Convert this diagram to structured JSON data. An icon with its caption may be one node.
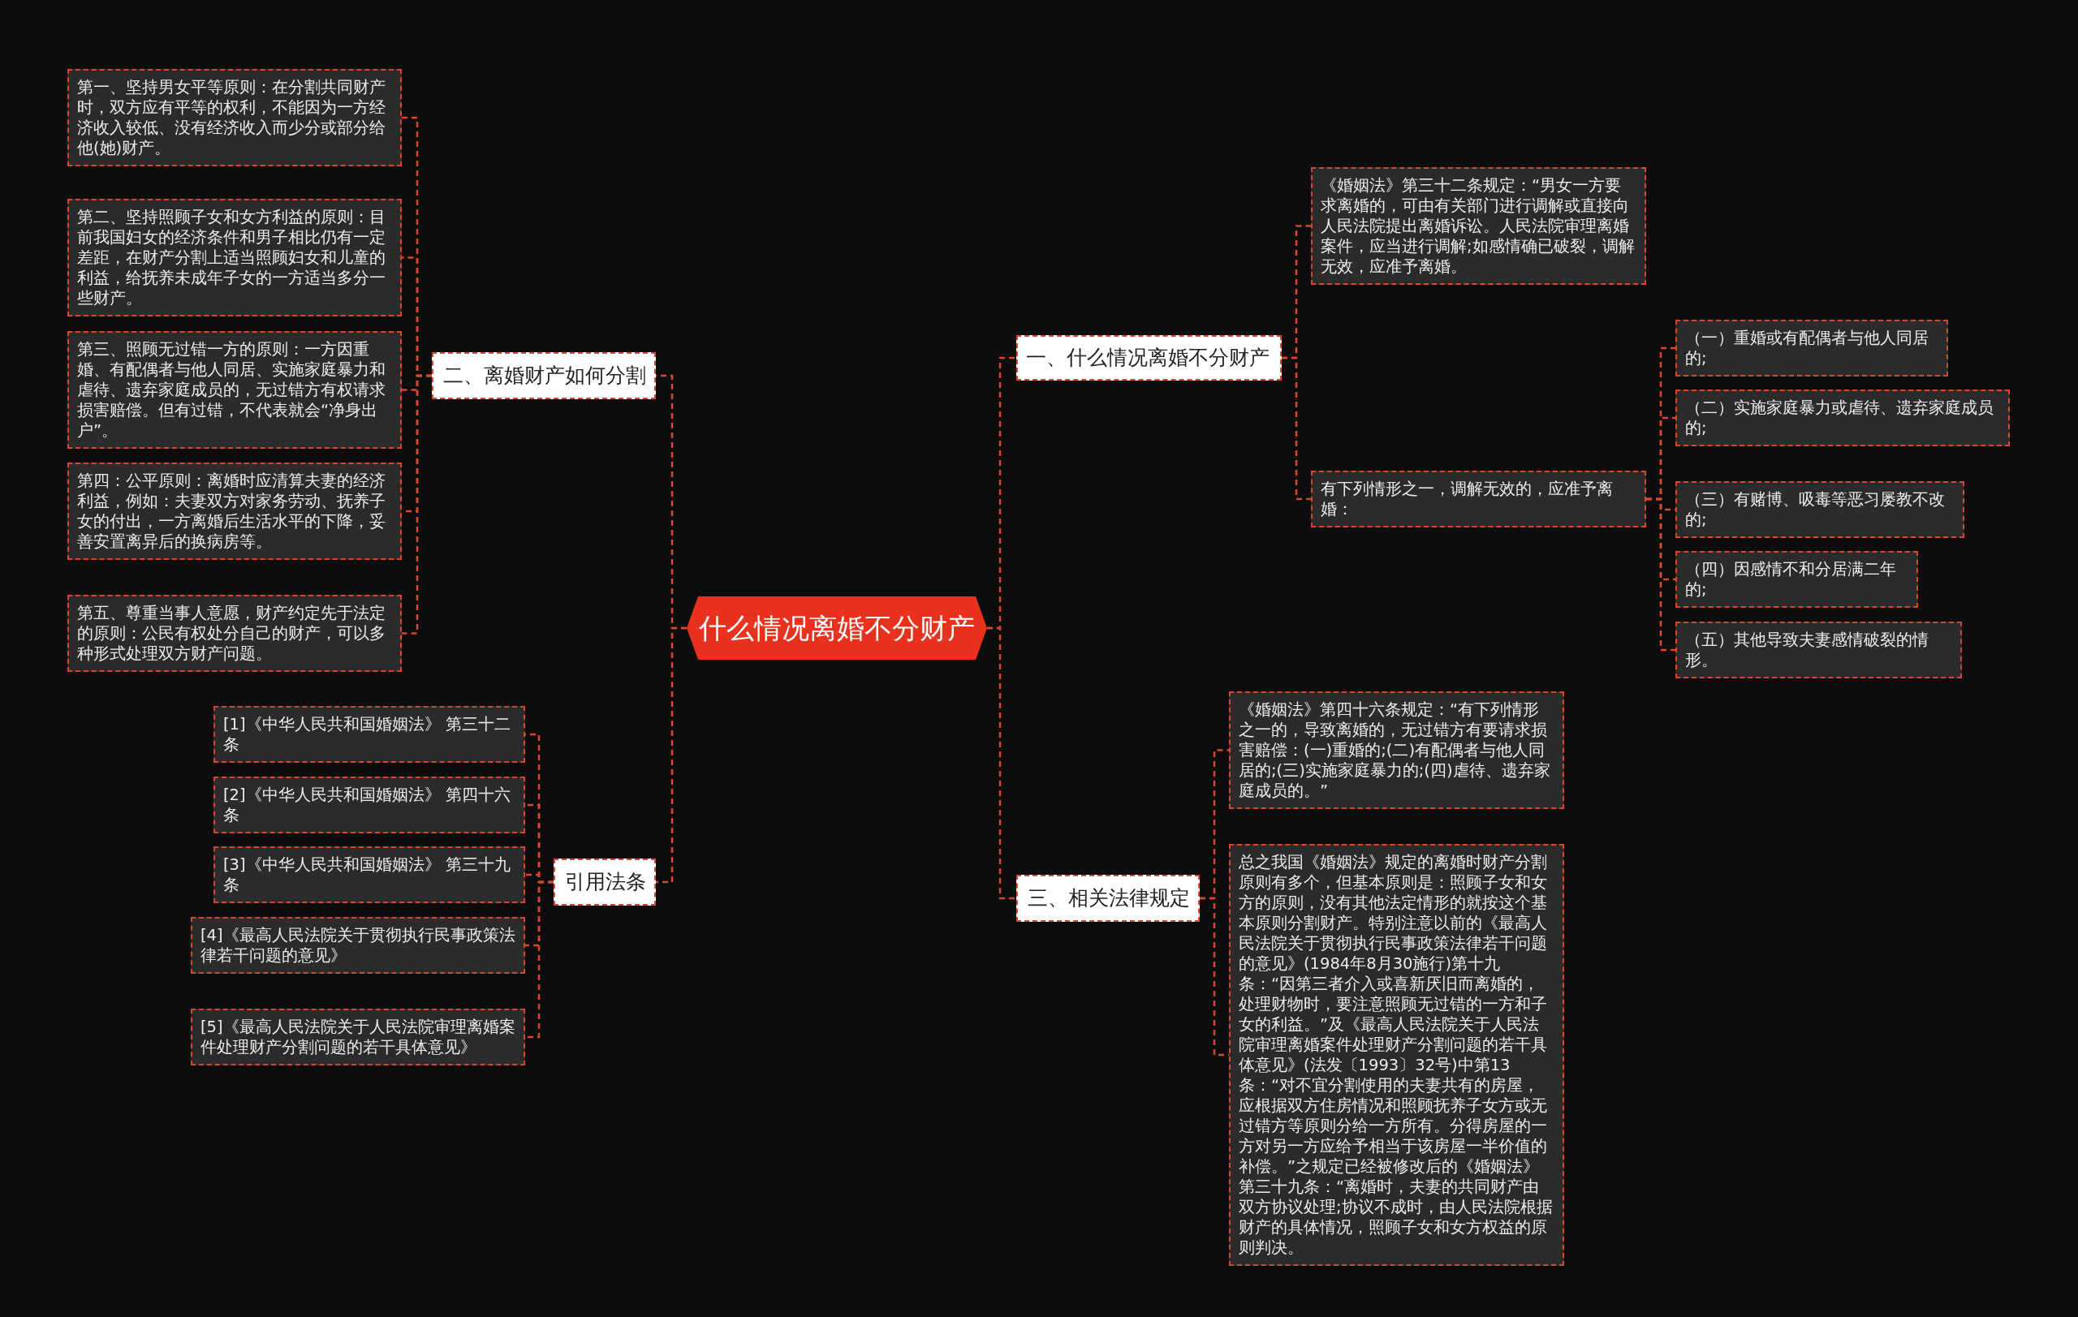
{
  "diagram": {
    "nodes": [
      {
        "text": [
          "什么情况离婚不分财产"
        ]
      },
      {
        "text": [
          "一、什么情况离婚不分财产"
        ]
      },
      {
        "text": [
          "《婚姻法》第三十二条规定：“男女一方要求离婚的，可由有关部门进行调解或直接向人民法院提出离婚诉讼。人民法院审理离婚案件，应当进行调解;如感情确已破裂，调解无效，应准予离婚。"
        ]
      },
      {
        "text": [
          "有下列情形之一，调解无效的，应准予离婚："
        ]
      },
      {
        "text": [
          "（一）重婚或有配偶者与他人同居的;"
        ]
      },
      {
        "text": [
          "（二）实施家庭暴力或虐待、遗弃家庭成员的;"
        ]
      },
      {
        "text": [
          "（三）有赌博、吸毒等恶习屡教不改的;"
        ]
      },
      {
        "text": [
          "（四）因感情不和分居满二年的;"
        ]
      },
      {
        "text": [
          "（五）其他导致夫妻感情破裂的情形。"
        ]
      },
      {
        "text": [
          "三、相关法律规定"
        ]
      },
      {
        "text": [
          "《婚姻法》第四十六条规定：“有下列情形之一的，导致离婚的，无过错方有要请求损害赔偿：(一)重婚的;(二)有配偶者与他人同居的;(三)实施家庭暴力的;(四)虐待、遗弃家庭成员的。”"
        ]
      },
      {
        "text": [
          "总之我国《婚姻法》规定的离婚时财产分割原则有多个，但基本原则是：照顾子女和女方的原则，没有其他法定情形的就按这个基本原则分割财产。特别注意以前的《最高人民法院关于贯彻执行民事政策法律若干问题的意见》(1984年8月30施行)第十九条：“因第三者介入或喜新厌旧而离婚的，处理财物时，要注意照顾无过错的一方和子女的利益。”及《最高人民法院关于人民法院审理离婚案件处理财产分割问题的若干具体意见》(法发〔1993〕32号)中第13条：“对不宜分割使用的夫妻共有的房屋，应根据双方住房情况和照顾抚养子女方或无过错方等原则分给一方所有。分得房屋的一方对另一方应给予相当于该房屋一半价值的补偿。”之规定已经被修改后的《婚姻法》第三十九条：“离婚时，夫妻的共同财产由双方协议处理;协议不成时，由人民法院根据财产的具体情况，照顾子女和女方权益的原则判决。"
        ]
      },
      {
        "text": [
          "二、离婚财产如何分割"
        ]
      },
      {
        "text": [
          "第一、坚持男女平等原则：在分割共同财产时，双方应有平等的权利，不能因为一方经济收入较低、没有经济收入而少分或部分给他(她)财产。"
        ]
      },
      {
        "text": [
          "第二、坚持照顾子女和女方利益的原则：目前我国妇女的经济条件和男子相比仍有一定差距，在财产分割上适当照顾妇女和儿童的利益，给抚养未成年子女的一方适当多分一些财产。"
        ]
      },
      {
        "text": [
          "第三、照顾无过错一方的原则：一方因重婚、有配偶者与他人同居、实施家庭暴力和虐待、遗弃家庭成员的，无过错方有权请求损害赔偿。但有过错，不代表就会“净身出户”。"
        ]
      },
      {
        "text": [
          "第四：公平原则：离婚时应清算夫妻的经济利益，例如：夫妻双方对家务劳动、抚养子女的付出，一方离婚后生活水平的下降，妥善安置离异后的换病房等。"
        ]
      },
      {
        "text": [
          "第五、尊重当事人意愿，财产约定先于法定的原则：公民有权处分自己的财产，可以多种形式处理双方财产问题。"
        ]
      },
      {
        "text": [
          "引用法条"
        ]
      },
      {
        "text": [
          "[1]《中华人民共和国婚姻法》 第三十二条"
        ]
      },
      {
        "text": [
          "[2]《中华人民共和国婚姻法》 第四十六条"
        ]
      },
      {
        "text": [
          "[3]《中华人民共和国婚姻法》 第三十九条"
        ]
      },
      {
        "text": [
          "[4]《最高人民法院关于贯彻执行民事政策法律若干问题的意见》"
        ]
      },
      {
        "text": [
          "[5]《最高人民法院关于人民法院审理离婚案件处理财产分割问题的若干具体意见》"
        ]
      }
    ],
    "edges": [
      {
        "from": 0,
        "to": 1,
        "arrow": "none"
      },
      {
        "from": 1,
        "to": 2,
        "arrow": "none"
      },
      {
        "from": 1,
        "to": 3,
        "arrow": "none"
      },
      {
        "from": 3,
        "to": 4,
        "arrow": "none"
      },
      {
        "from": 3,
        "to": 5,
        "arrow": "none"
      },
      {
        "from": 3,
        "to": 6,
        "arrow": "none"
      },
      {
        "from": 3,
        "to": 7,
        "arrow": "none"
      },
      {
        "from": 3,
        "to": 8,
        "arrow": "none"
      },
      {
        "from": 0,
        "to": 9,
        "arrow": "none"
      },
      {
        "from": 9,
        "to": 10,
        "arrow": "none"
      },
      {
        "from": 9,
        "to": 11,
        "arrow": "none"
      },
      {
        "from": 0,
        "to": 12,
        "arrow": "none"
      },
      {
        "from": 12,
        "to": 13,
        "arrow": "none"
      },
      {
        "from": 12,
        "to": 14,
        "arrow": "none"
      },
      {
        "from": 12,
        "to": 15,
        "arrow": "none"
      },
      {
        "from": 12,
        "to": 16,
        "arrow": "none"
      },
      {
        "from": 12,
        "to": 17,
        "arrow": "none"
      },
      {
        "from": 0,
        "to": 18,
        "arrow": "none"
      },
      {
        "from": 18,
        "to": 19,
        "arrow": "none"
      },
      {
        "from": 18,
        "to": 20,
        "arrow": "none"
      },
      {
        "from": 18,
        "to": 21,
        "arrow": "none"
      },
      {
        "from": 18,
        "to": 22,
        "arrow": "none"
      },
      {
        "from": 18,
        "to": 23,
        "arrow": "none"
      }
    ]
  }
}
